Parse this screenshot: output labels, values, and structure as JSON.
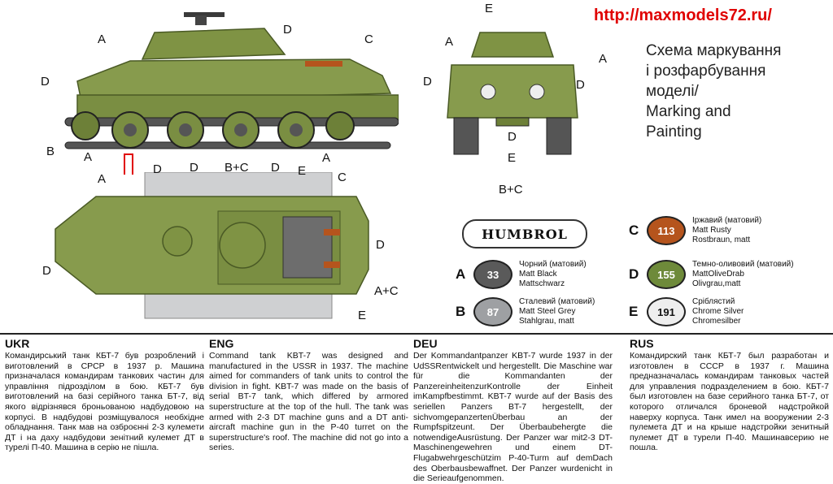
{
  "header": {
    "url": "http://maxmodels72.ru/",
    "title_lines": [
      "Схема маркування",
      "і розфарбування",
      "моделі/",
      "Marking and",
      "Painting"
    ]
  },
  "callouts": {
    "side": [
      "A",
      "D",
      "C",
      "D",
      "B",
      "A",
      "D",
      "B+C",
      "A"
    ],
    "front": [
      "E",
      "A",
      "D",
      "A",
      "D",
      "D",
      "E",
      "B+C"
    ],
    "top": [
      "A",
      "D",
      "D",
      "E",
      "C",
      "D",
      "D",
      "A+C",
      "E"
    ]
  },
  "paint": {
    "brand": "HUMBROL",
    "colors": {
      "rust": "#b5541d",
      "olive": "#6e8a3a",
      "black": "#5a5a5a",
      "steel": "#9ea0a3",
      "silver": "#eeeeee",
      "tank_green": "#8a9c52"
    },
    "items": [
      {
        "letter": "A",
        "code": "33",
        "names": [
          "Чорний (матовий)",
          "Matt Black",
          "Mattschwarz"
        ]
      },
      {
        "letter": "B",
        "code": "87",
        "names": [
          "Сталевий (матовий)",
          "Matt Steel Grey",
          "Stahlgrau, matt"
        ]
      },
      {
        "letter": "C",
        "code": "113",
        "names": [
          "Іржавий (матовий)",
          "Matt Rusty",
          "Rostbraun, matt"
        ]
      },
      {
        "letter": "D",
        "code": "155",
        "names": [
          "Темно-оливовий (матовий)",
          "MattOliveDrab",
          "Olivgrau,matt"
        ]
      },
      {
        "letter": "E",
        "code": "191",
        "names": [
          "Сріблястий",
          "Chrome Silver",
          "Chromesilber"
        ]
      }
    ]
  },
  "text": {
    "ukr": {
      "heading": "UKR",
      "body": "Командирський танк КБТ-7 був розроблений і виготовлений в СРСР в 1937 р. Машина призначалася командирам танкових частин для управління підрозділом в бою. КБТ-7 був виготовлений на базі серійного танка БТ-7, від якого відрізнявся броньованою надбудовою на корпусі. В надбудові розміщувалося необхідне обладнання. Танк мав на озброєнні 2-3 кулемети ДТ і на даху надбудови зенітний кулемет ДТ в турелі П-40. Машина в серію не пішла."
    },
    "eng": {
      "heading": "ENG",
      "body": "Command tank KBT-7 was designed and manufactured in the USSR in 1937. The machine aimed for commanders of tank units to control the division in fight. KBT-7 was made on the basis of serial BT-7 tank, which differed by armored superstructure at the top of the hull. The tank was armed with 2-3 DT machine guns and a DT anti-aircraft machine gun in the P-40 turret on the superstructure's roof. The machine did not go into a series."
    },
    "deu": {
      "heading": "DEU",
      "body": "Der Kommandantpanzer KBT-7 wurde 1937 in der UdSSRentwickelt und hergestellt. Die Maschine war für die Kommandanten der PanzereinheitenzurKontrolle der Einheit imKampfbestimmt. KBT-7 wurde auf der Basis des seriellen Panzers BT-7 hergestellt, der sichvomgepanzertenÜberbau an der Rumpfspitzeunt. Der Überbaubehergte die notwendigeAusrüstung. Der Panzer war mit2-3 DT-Maschinengewehren und einem DT-Flugabwehrgeschützim P-40-Turm auf demDach des Oberbausbewaffnet. Der Panzer wurdenicht in die Serieaufgenommen."
    },
    "rus": {
      "heading": "RUS",
      "body": "Командирский танк КБТ-7 был разработан и изготовлен в СССР в 1937 г. Машина предназначалась командирам танковых частей для управления подразделением в бою. КБТ-7 был изготовлен на базе серийного танка БТ-7, от которого отличался броневой надстройкой наверху корпуса. Танк имел на вооружении 2-3 пулемета ДТ и на крыше надстройки зенитный пулемет ДТ в турели П-40. Машинавсерию не пошла."
    }
  }
}
